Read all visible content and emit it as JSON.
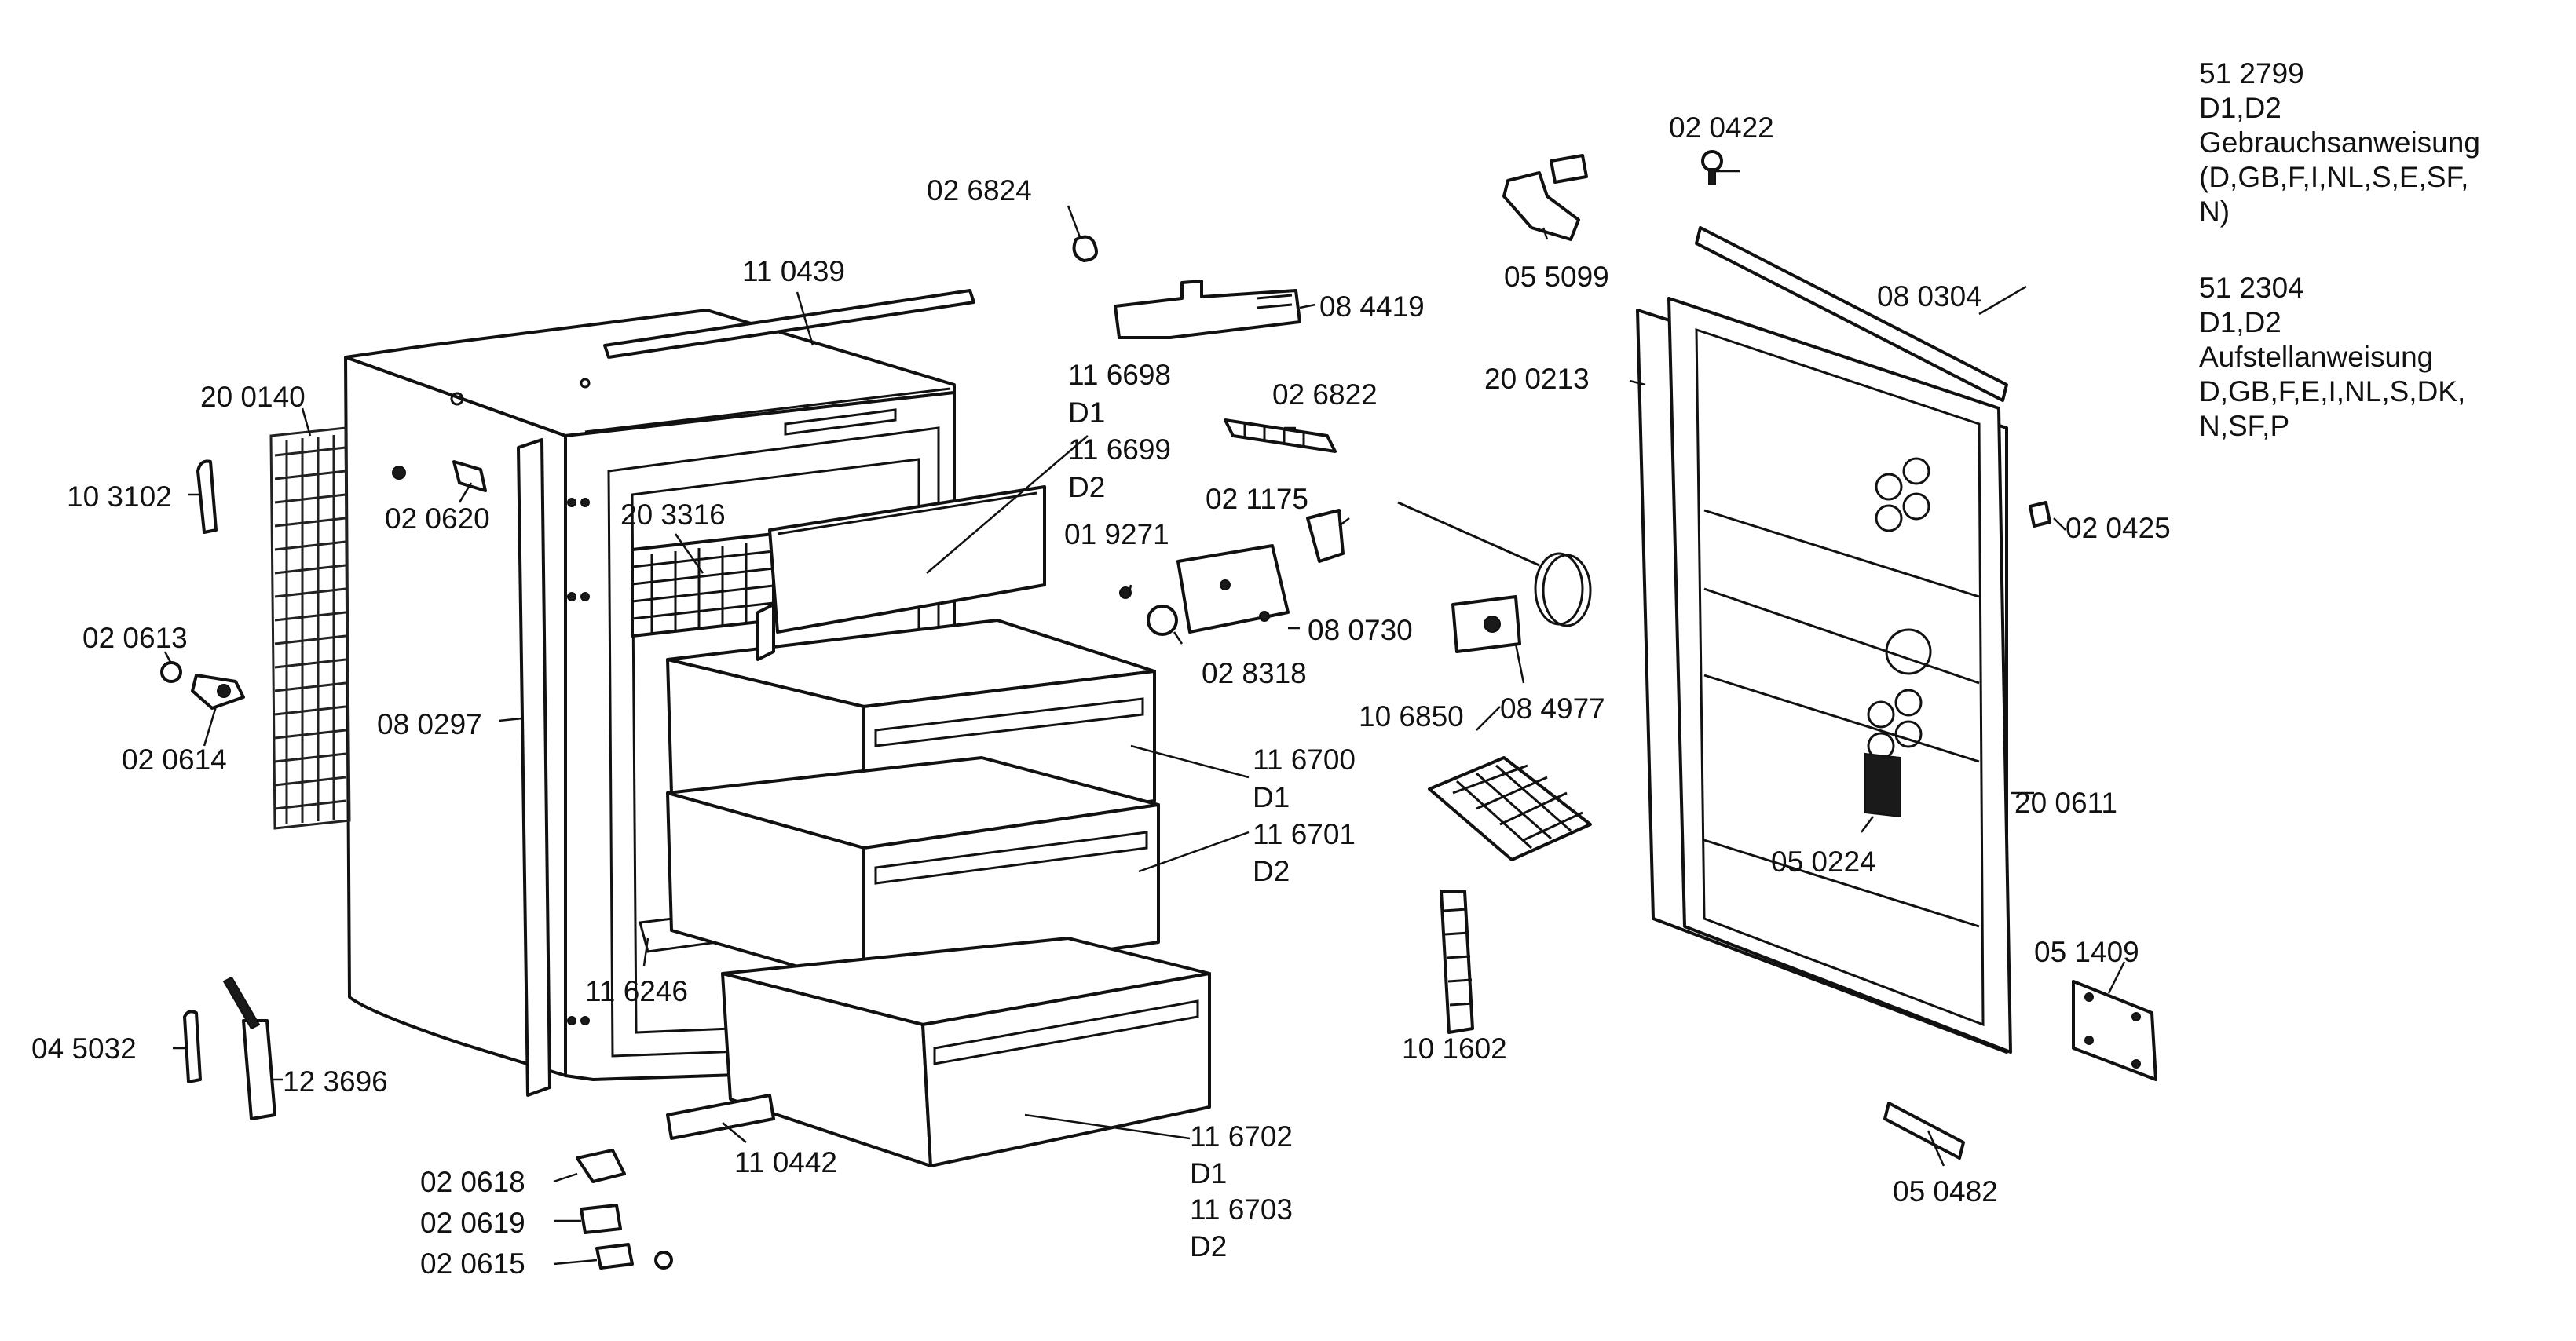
{
  "labels": {
    "p110439": "11 0439",
    "p200140": "20 0140",
    "p103102": "10 3102",
    "p020620": "02 0620",
    "p020613": "02 0613",
    "p020614": "02 0614",
    "p080297": "08 0297",
    "p203316": "20 3316",
    "p116246": "11 6246",
    "p045032": "04 5032",
    "p123696": "12 3696",
    "p020618": "02 0618",
    "p020619": "02 0619",
    "p020615": "02 0615",
    "p110442": "11 0442",
    "p026824": "02 6824",
    "p084419": "08 4419",
    "p116698": "11 6698",
    "d1_a": "D1",
    "p116699": "11 6699",
    "d2_a": "D2",
    "p026822": "02 6822",
    "p021175": "02 1175",
    "p019271": "01 9271",
    "p080730": "08 0730",
    "p028318": "02 8318",
    "p106850": "10 6850",
    "p084977": "08 4977",
    "p116700": "11 6700",
    "d1_b": "D1",
    "p116701": "11 6701",
    "d2_b": "D2",
    "p101602": "10 1602",
    "p116702": "11 6702",
    "d1_c": "D1",
    "p116703": "11 6703",
    "d2_c": "D2",
    "p020422": "02 0422",
    "p055099": "05 5099",
    "p200213": "20 0213",
    "p080304": "08 0304",
    "p020425": "02 0425",
    "p200611": "20 0611",
    "p050224": "05 0224",
    "p051409": "05 1409",
    "p050482": "05 0482"
  },
  "notes": {
    "note1": "51 2799\nD1,D2\nGebrauchsanweisung\n(D,GB,F,I,NL,S,E,SF,\nN)",
    "note2": "51 2304\nD1,D2\nAufstellanweisung\nD,GB,F,E,I,NL,S,DK,\nN,SF,P"
  }
}
